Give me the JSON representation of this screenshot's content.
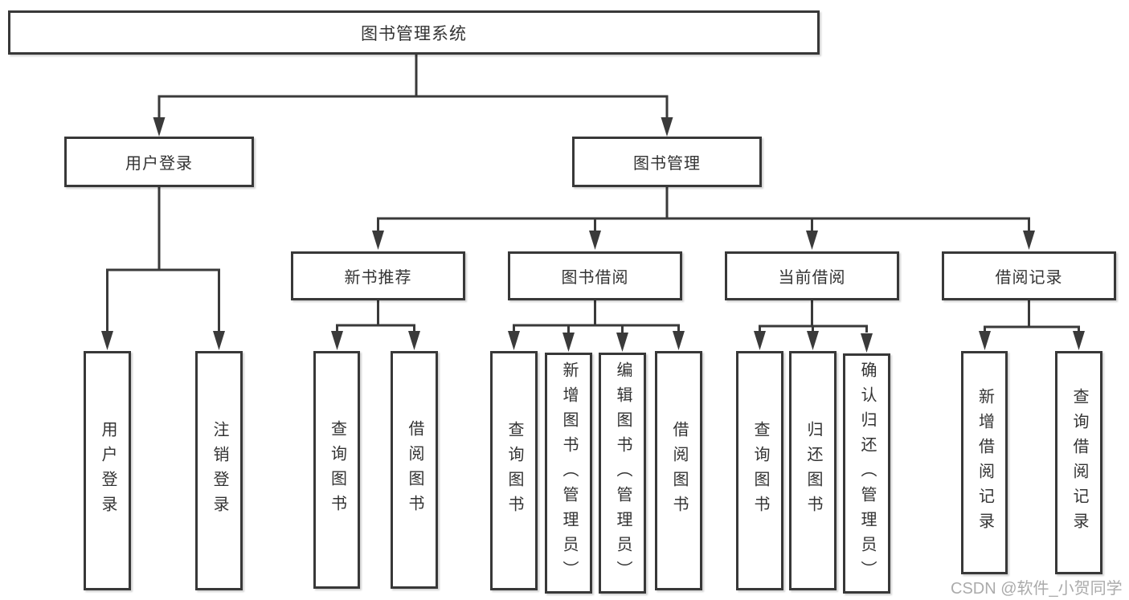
{
  "diagram": {
    "root": {
      "label": "图书管理系统"
    },
    "level2": [
      {
        "id": "user-login",
        "label": "用户登录"
      },
      {
        "id": "book-management",
        "label": "图书管理"
      }
    ],
    "level3": [
      {
        "id": "new-book-recommend",
        "label": "新书推荐"
      },
      {
        "id": "book-borrow",
        "label": "图书借阅"
      },
      {
        "id": "current-borrow",
        "label": "当前借阅"
      },
      {
        "id": "borrow-records",
        "label": "借阅记录"
      }
    ],
    "leaves": {
      "user_login": [
        "用户登录",
        "注销登录"
      ],
      "new_book": [
        "查询图书",
        "借阅图书"
      ],
      "book_borrow": [
        "查询图书",
        "新增图书（管理员）",
        "编辑图书（管理员）",
        "借阅图书"
      ],
      "current_borrow": [
        "查询图书",
        "归还图书",
        "确认归还（管理员）"
      ],
      "borrow_records": [
        "新增借阅记录",
        "查询借阅记录"
      ]
    }
  },
  "watermark": {
    "text": "CSDN @软件_小贺同学",
    "color": "#ababab"
  },
  "colors": {
    "line": "#3a3a3a",
    "box_border": "#383838",
    "box_fill": "#ffffff",
    "text": "#333333",
    "background": "#ffffff"
  }
}
